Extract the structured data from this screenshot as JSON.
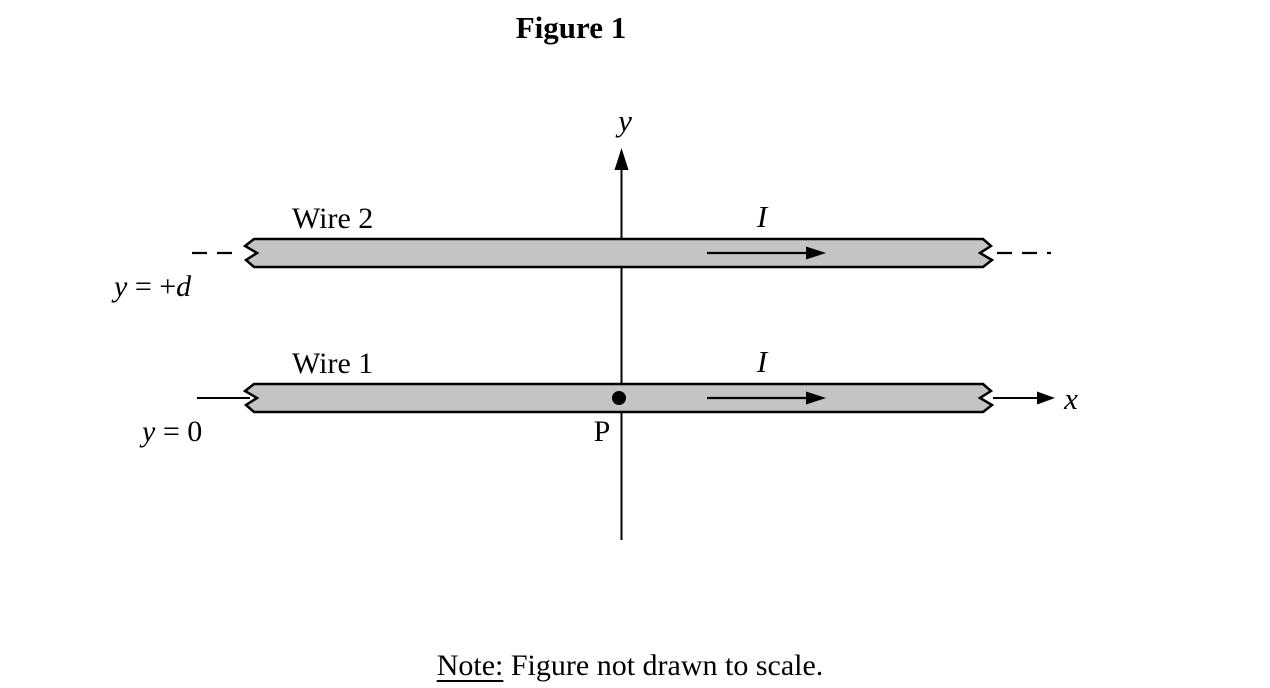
{
  "figure": {
    "title": "Figure 1",
    "note": {
      "label": "Note:",
      "text": " Figure not drawn to scale."
    }
  },
  "axes": {
    "y_label": "y",
    "x_label": "x"
  },
  "wires": {
    "wire2": {
      "name": "Wire 2",
      "current_label": "I",
      "position": {
        "var": "y",
        "rest": " = +",
        "value": "d"
      }
    },
    "wire1": {
      "name": "Wire 1",
      "current_label": "I",
      "position": {
        "var": "y",
        "rest": " = 0",
        "value": ""
      }
    }
  },
  "point": {
    "label": "P"
  },
  "colors": {
    "wire_fill": "#c4c4c4",
    "line": "#000000",
    "background": "#ffffff"
  }
}
